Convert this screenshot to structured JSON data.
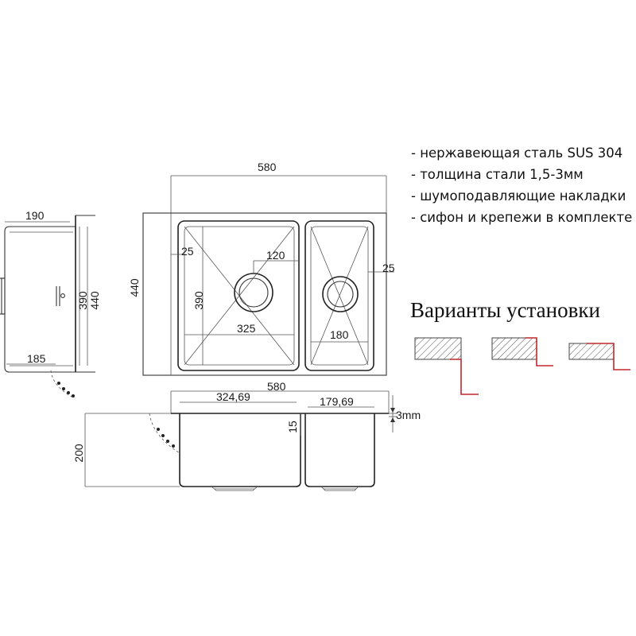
{
  "colors": {
    "line": "#333333",
    "hatch": "#555555",
    "accent": "#c0282d"
  },
  "features": [
    "- нержавеющая сталь SUS 304",
    "- толщина стали 1,5-3мм",
    "- шумоподавляющие накладки",
    "- сифон и крепежи в комплекте"
  ],
  "install_title": "Варианты установки",
  "top_view": {
    "overall_width": "580",
    "overall_height": "440",
    "rim": "25",
    "drain_spacing": "120",
    "bowl_left_height": "390",
    "bowl_left_width": "325",
    "bowl_right_width": "180",
    "rim_right": "25"
  },
  "side_view": {
    "width_top": "190",
    "width_bottom": "185",
    "inner_height": "390",
    "outer_height": "440"
  },
  "front_view": {
    "overall_width": "580",
    "bowl_left": "324,69",
    "bowl_right": "179,69",
    "depth": "200",
    "gap": "15",
    "thickness": "3mm"
  }
}
